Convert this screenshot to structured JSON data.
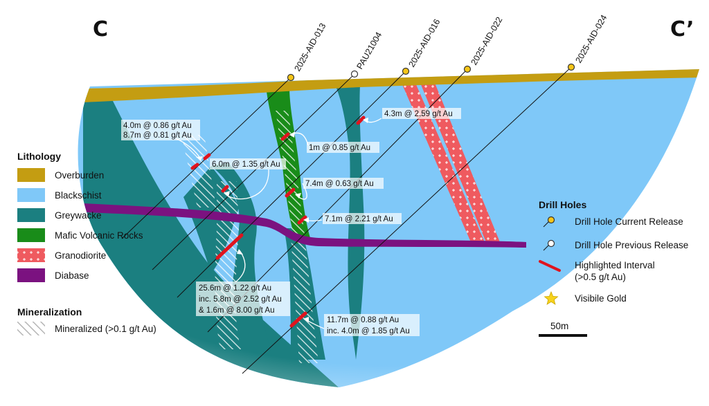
{
  "section": {
    "start_label": "C",
    "end_label": "C’"
  },
  "drill_holes": [
    {
      "id": "2025-AID-013",
      "release": "current"
    },
    {
      "id": "PAU21004",
      "release": "previous"
    },
    {
      "id": "2025-AID-016",
      "release": "current"
    },
    {
      "id": "2025-AID-022",
      "release": "current"
    },
    {
      "id": "2025-AID-024",
      "release": "current"
    }
  ],
  "intercepts": [
    {
      "lines": [
        "4.0m @ 0.86 g/t Au",
        "8.7m @ 0.81 g/t Au"
      ]
    },
    {
      "lines": [
        "6.0m @ 1.35 g/t Au"
      ]
    },
    {
      "lines": [
        "1m @ 0.85 g/t Au"
      ]
    },
    {
      "lines": [
        "4.3m @ 2.59 g/t Au"
      ]
    },
    {
      "lines": [
        "7.4m @ 0.63 g/t Au"
      ]
    },
    {
      "lines": [
        "7.1m @ 2.21 g/t Au"
      ]
    },
    {
      "lines": [
        "25.6m @ 1.22 g/t Au",
        "inc. 5.8m @ 2.52 g/t Au",
        "& 1.6m @ 8.00 g/t Au"
      ]
    },
    {
      "lines": [
        "11.7m @ 0.88 g/t Au",
        "inc. 4.0m @ 1.85 g/t Au"
      ]
    }
  ],
  "legend": {
    "lithology_title": "Lithology",
    "lithology": [
      {
        "label": "Overburden",
        "color": "#c49d12"
      },
      {
        "label": "Blackschist",
        "color": "#7fc8f8"
      },
      {
        "label": "Greywacke",
        "color": "#1b7f80"
      },
      {
        "label": "Mafic Volcanic Rocks",
        "color": "#198c19"
      },
      {
        "label": "Granodiorite",
        "color": "#ef5a5f"
      },
      {
        "label": "Diabase",
        "color": "#7b1280"
      }
    ],
    "mineralization_title": "Mineralization",
    "mineralization": [
      {
        "label": "Mineralized (>0.1 g/t Au)"
      }
    ],
    "drill_title": "Drill Holes",
    "drill_items": [
      {
        "label": "Drill Hole Current Release",
        "icon": "yellow-collar-icon"
      },
      {
        "label": "Drill Hole Previous Release",
        "icon": "white-collar-icon"
      },
      {
        "lines": [
          "Highlighted Interval",
          "(>0.5 g/t Au)"
        ],
        "icon": "red-interval-icon"
      },
      {
        "label": "Visibile Gold",
        "icon": "star-icon"
      }
    ],
    "scale_label": "50m"
  },
  "colors": {
    "overburden": "#c49d12",
    "blackschist": "#7fc8f8",
    "greywacke": "#1b7f80",
    "mafic": "#198c19",
    "granodiorite": "#ef5a5f",
    "diabase": "#7b1280",
    "interval": "#e0141e",
    "collar_current": "#f5c518"
  }
}
